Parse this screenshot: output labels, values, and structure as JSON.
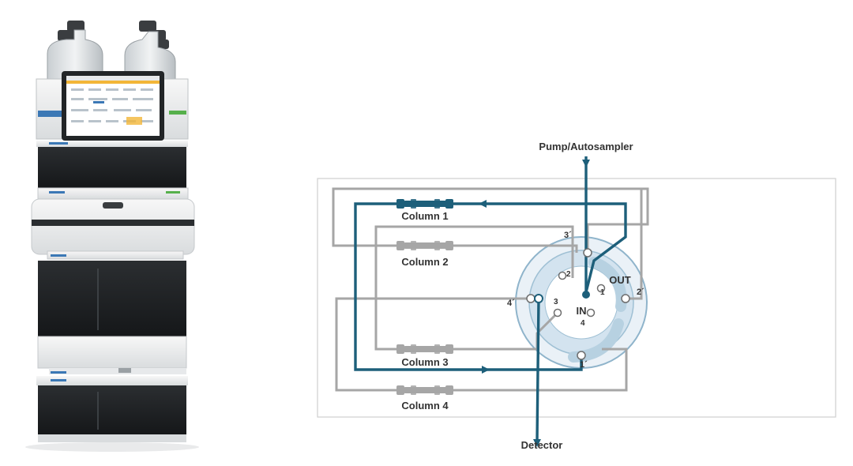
{
  "instrument": {
    "screen_name": "instrument-touchscreen"
  },
  "diagram": {
    "inlet_label": "Pump/Autosampler",
    "outlet_label": "Detector",
    "columns": [
      {
        "label": "Column 1",
        "active": true
      },
      {
        "label": "Column 2",
        "active": false
      },
      {
        "label": "Column 3",
        "active": false
      },
      {
        "label": "Column 4",
        "active": false
      }
    ],
    "valve": {
      "in_label": "IN",
      "out_label": "OUT",
      "inner_ports": [
        "1",
        "2",
        "3",
        "4"
      ],
      "outer_ports": [
        "1´",
        "2´",
        "3´",
        "4´"
      ]
    },
    "colors": {
      "active_flow": "#1d5f7a",
      "inactive_flow": "#a6a6a6",
      "valve_fill": "#d3e3ef",
      "frame": "#cfcfcf"
    }
  }
}
